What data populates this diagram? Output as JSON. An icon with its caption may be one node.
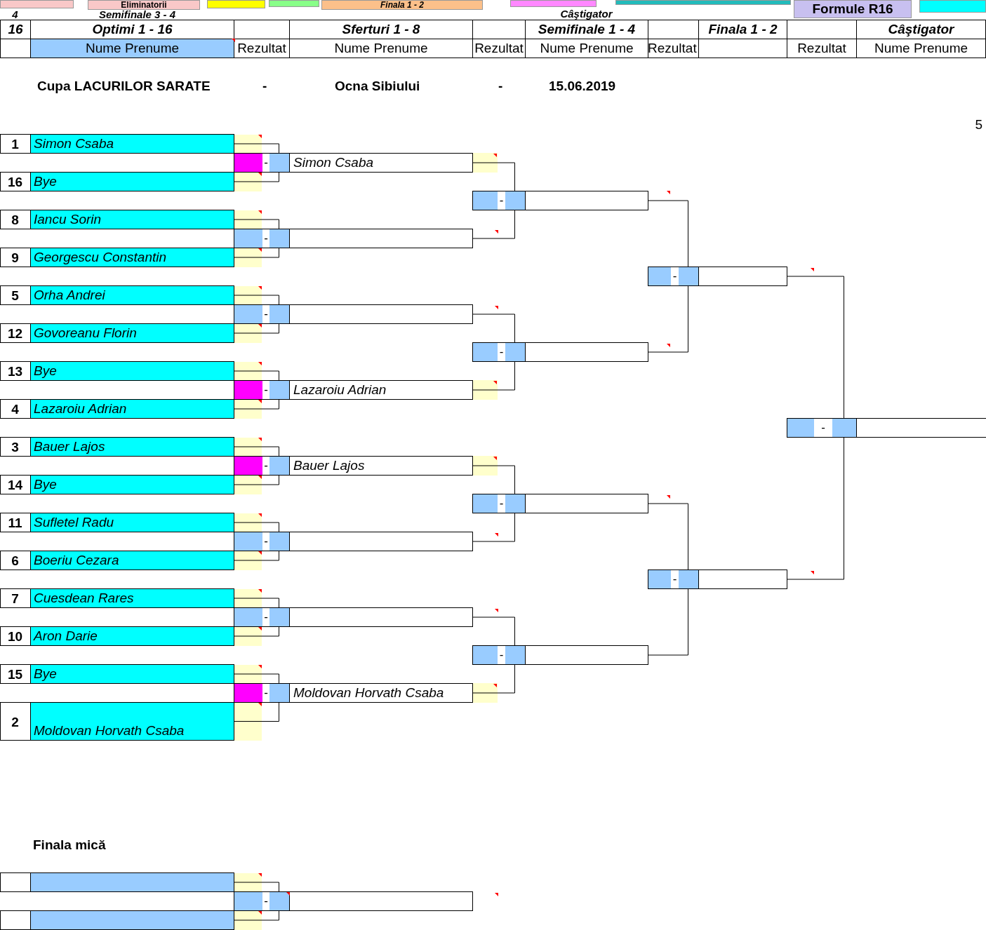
{
  "diagram": {
    "nodes": [
      {
        "text": [
          "1",
          "Simon Csaba"
        ]
      },
      {
        "text": [
          "16",
          "Bye"
        ]
      },
      {
        "text": [
          "8",
          "Iancu Sorin"
        ]
      },
      {
        "text": [
          "9",
          "Georgescu Constantin"
        ]
      },
      {
        "text": [
          "5",
          "Orha Andrei"
        ]
      },
      {
        "text": [
          "12",
          "Govoreanu Florin"
        ]
      },
      {
        "text": [
          "13",
          "Bye"
        ]
      },
      {
        "text": [
          "4",
          "Lazaroiu Adrian"
        ]
      },
      {
        "text": [
          "3",
          "Bauer Lajos"
        ]
      },
      {
        "text": [
          "14",
          "Bye"
        ]
      },
      {
        "text": [
          "11",
          "Sufletel Radu"
        ]
      },
      {
        "text": [
          "6",
          "Boeriu Cezara"
        ]
      },
      {
        "text": [
          "7",
          "Cuesdean Rares"
        ]
      },
      {
        "text": [
          "10",
          "Aron Darie"
        ]
      },
      {
        "text": [
          "15",
          "Bye"
        ]
      },
      {
        "text": [
          "2",
          "Moldovan Horvath Csaba"
        ]
      },
      {
        "text": [
          "-",
          "Simon Csaba"
        ]
      },
      {
        "text": [
          "-"
        ]
      },
      {
        "text": [
          "-"
        ]
      },
      {
        "text": [
          "-",
          "Lazaroiu Adrian"
        ]
      },
      {
        "text": [
          "-",
          "Bauer Lajos"
        ]
      },
      {
        "text": [
          "-"
        ]
      },
      {
        "text": [
          "-"
        ]
      },
      {
        "text": [
          "-",
          "Moldovan Horvath Csaba"
        ]
      },
      {
        "text": [
          "-"
        ]
      },
      {
        "text": [
          "-"
        ]
      },
      {
        "text": [
          "-"
        ]
      },
      {
        "text": [
          "-"
        ]
      },
      {
        "text": [
          "-"
        ]
      },
      {
        "text": [
          "-"
        ]
      },
      {
        "text": [
          "-"
        ]
      },
      {
        "text": [],
        "shape": "box"
      },
      {
        "text": [],
        "shape": "box"
      },
      {
        "text": [
          "-"
        ]
      }
    ],
    "edges": [
      {
        "from": 0,
        "to": 16,
        "arrow": "none"
      },
      {
        "from": 1,
        "to": 16,
        "arrow": "none"
      },
      {
        "from": 2,
        "to": 17,
        "arrow": "none"
      },
      {
        "from": 3,
        "to": 17,
        "arrow": "none"
      },
      {
        "from": 4,
        "to": 18,
        "arrow": "none"
      },
      {
        "from": 5,
        "to": 18,
        "arrow": "none"
      },
      {
        "from": 6,
        "to": 19,
        "arrow": "none"
      },
      {
        "from": 7,
        "to": 19,
        "arrow": "none"
      },
      {
        "from": 8,
        "to": 20,
        "arrow": "none"
      },
      {
        "from": 9,
        "to": 20,
        "arrow": "none"
      },
      {
        "from": 10,
        "to": 21,
        "arrow": "none"
      },
      {
        "from": 11,
        "to": 21,
        "arrow": "none"
      },
      {
        "from": 12,
        "to": 22,
        "arrow": "none"
      },
      {
        "from": 13,
        "to": 22,
        "arrow": "none"
      },
      {
        "from": 14,
        "to": 23,
        "arrow": "none"
      },
      {
        "from": 15,
        "to": 23,
        "arrow": "none"
      },
      {
        "from": 16,
        "to": 24,
        "arrow": "none"
      },
      {
        "from": 17,
        "to": 24,
        "arrow": "none"
      },
      {
        "from": 18,
        "to": 25,
        "arrow": "none"
      },
      {
        "from": 19,
        "to": 25,
        "arrow": "none"
      },
      {
        "from": 20,
        "to": 26,
        "arrow": "none"
      },
      {
        "from": 21,
        "to": 26,
        "arrow": "none"
      },
      {
        "from": 22,
        "to": 27,
        "arrow": "none"
      },
      {
        "from": 23,
        "to": 27,
        "arrow": "none"
      },
      {
        "from": 24,
        "to": 28,
        "arrow": "none"
      },
      {
        "from": 25,
        "to": 28,
        "arrow": "none"
      },
      {
        "from": 26,
        "to": 29,
        "arrow": "none"
      },
      {
        "from": 27,
        "to": 29,
        "arrow": "none"
      },
      {
        "from": 28,
        "to": 30,
        "arrow": "none"
      },
      {
        "from": 29,
        "to": 30,
        "arrow": "none"
      },
      {
        "from": 31,
        "to": 33,
        "arrow": "none"
      },
      {
        "from": 32,
        "to": 33,
        "arrow": "none"
      }
    ],
    "labels": [
      "4",
      "Semifinale 3 - 4",
      "Eliminatorii",
      "Finala 1 - 2",
      "Câştigator",
      "Formule R16",
      "16",
      "Optimi 1 - 16",
      "Sferturi 1 - 8",
      "Semifinale 1 - 4",
      "Finala 1 - 2",
      "Câştigator",
      "Nume Prenume",
      "Rezultat",
      "Nume Prenume",
      "Rezultat",
      "Nume Prenume",
      "Rezultat",
      "Rezultat",
      "Nume Prenume",
      "Cupa LACURILOR SARATE",
      "-",
      "Ocna Sibiului",
      "-",
      "15.06.2019",
      "5",
      "Finala mică"
    ]
  }
}
